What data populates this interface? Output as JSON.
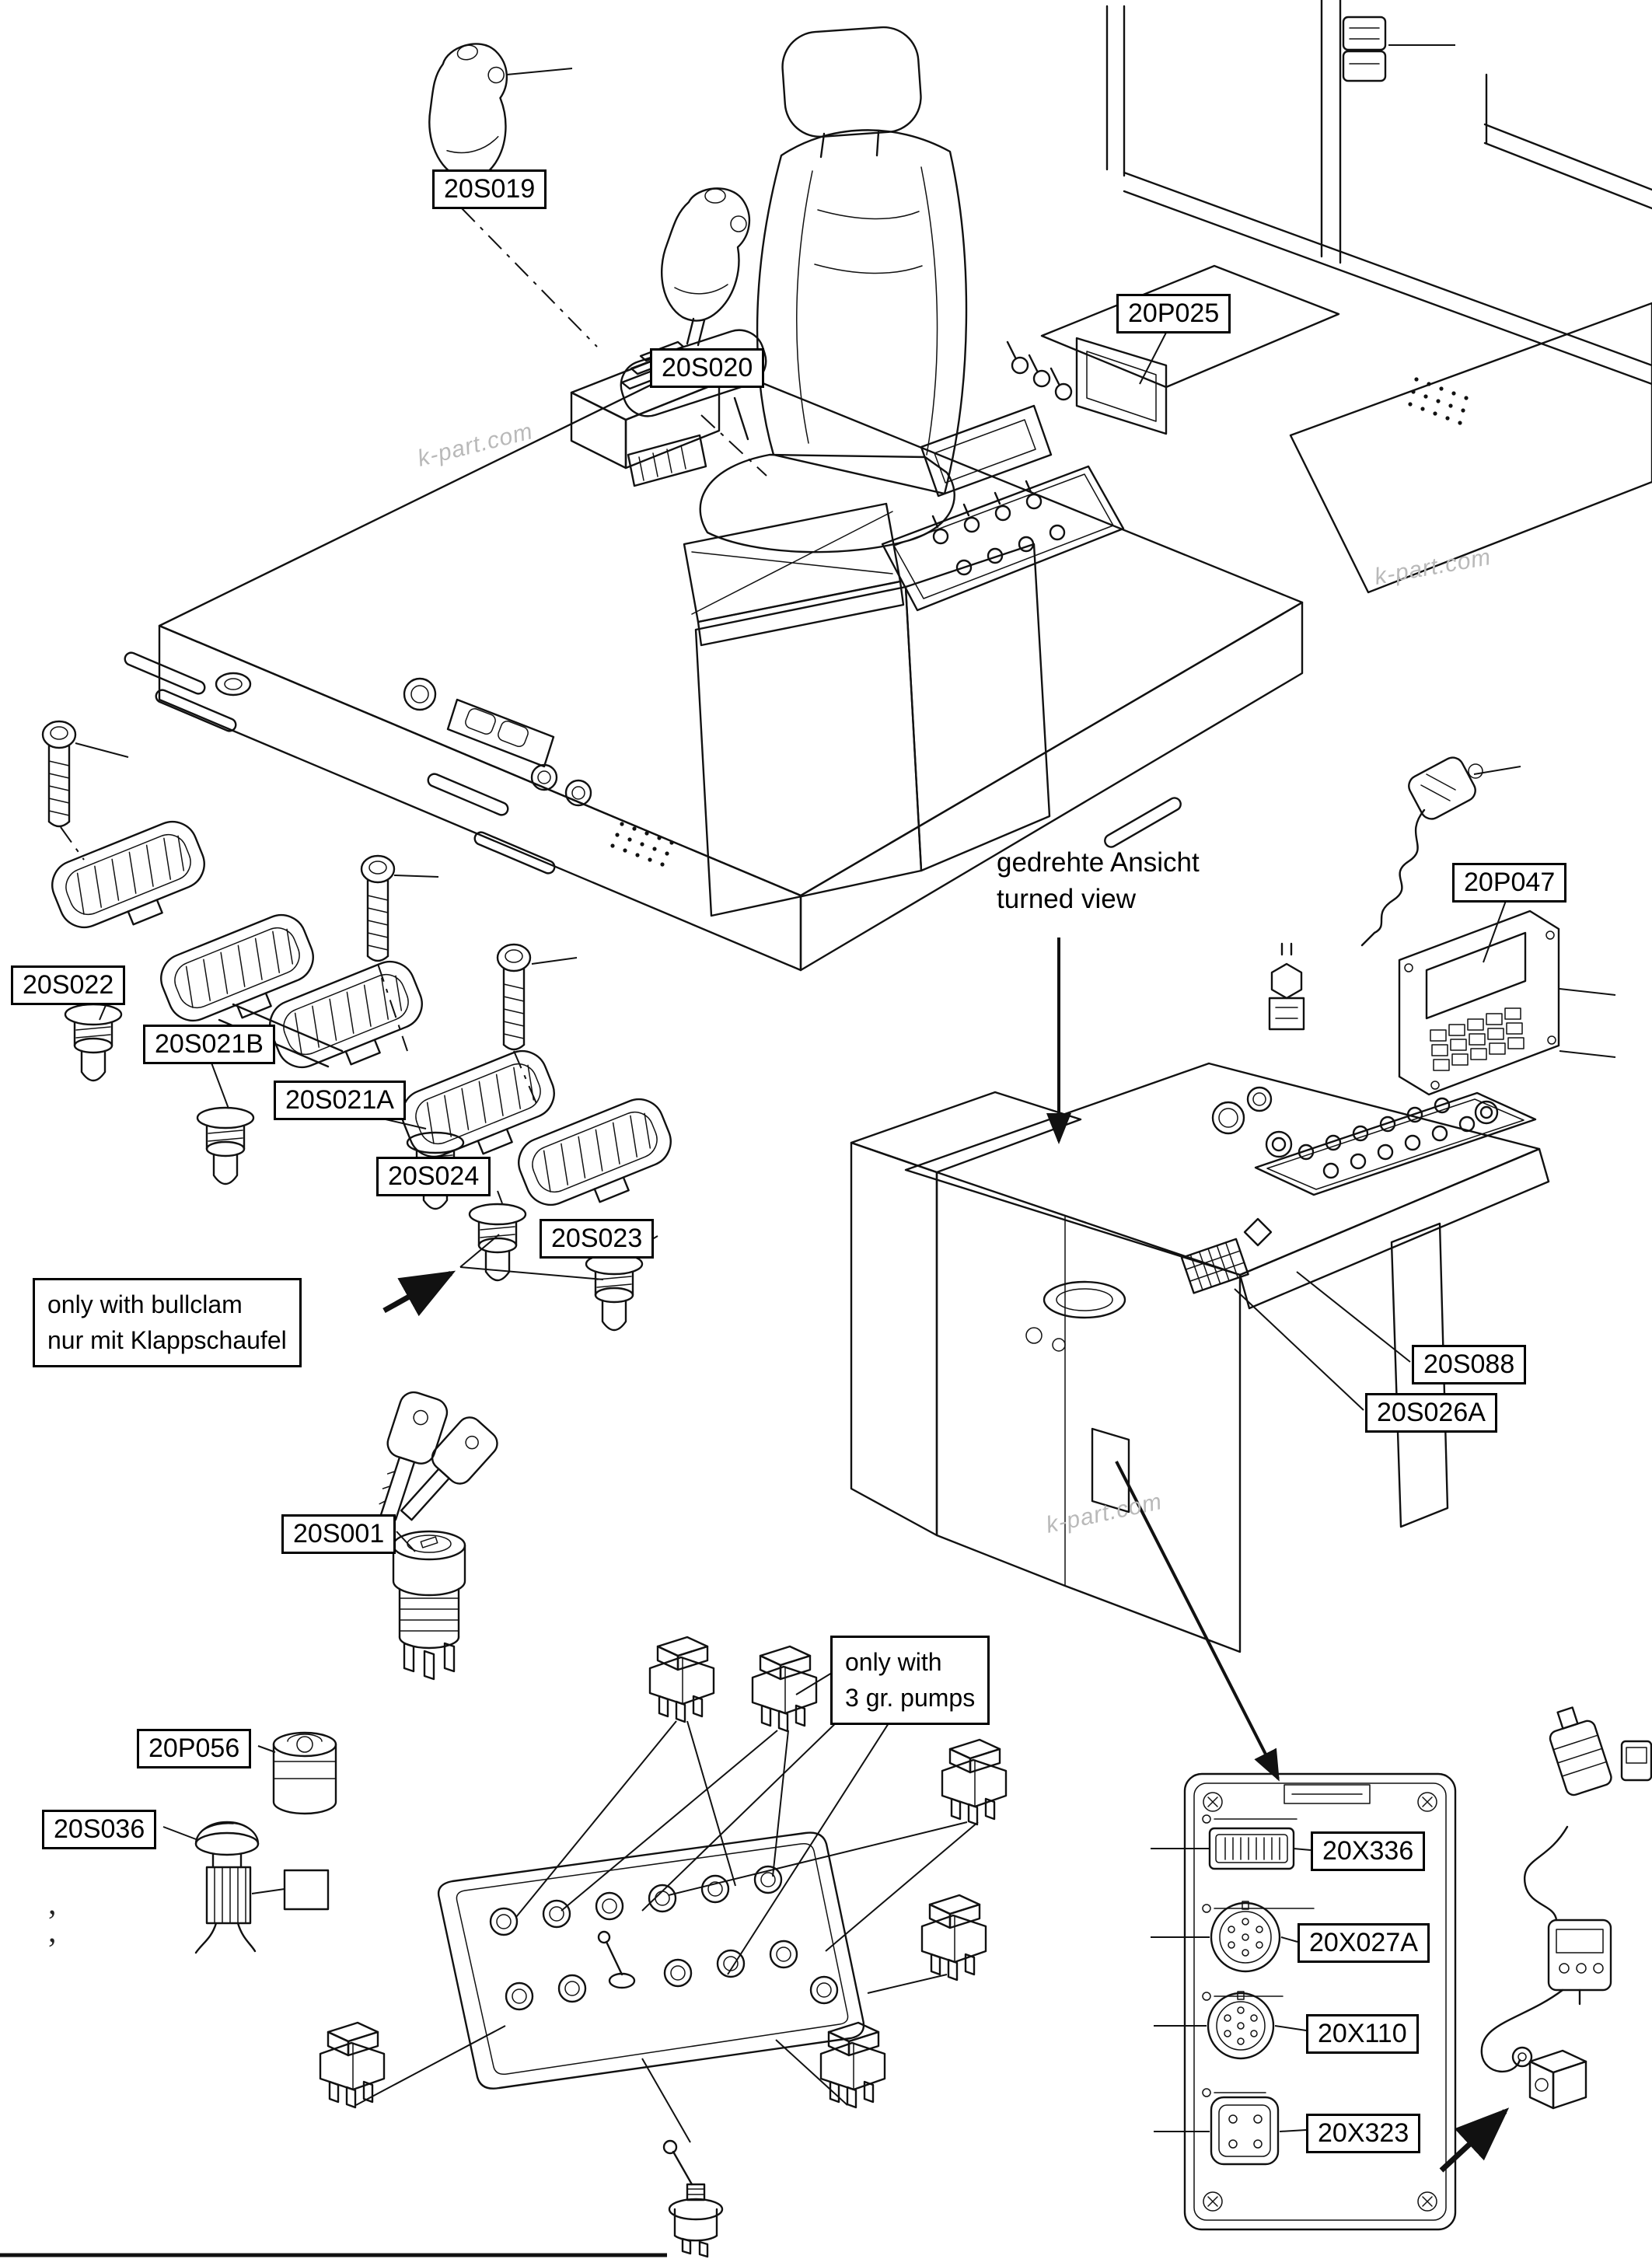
{
  "diagram": {
    "part_labels": {
      "s019": "20S019",
      "s020": "20S020",
      "p025": "20P025",
      "p047": "20P047",
      "s022": "20S022",
      "s021b": "20S021B",
      "s021a": "20S021A",
      "s024": "20S024",
      "s023": "20S023",
      "s001": "20S001",
      "p056": "20P056",
      "s036": "20S036",
      "s088": "20S088",
      "s026a": "20S026A",
      "x336": "20X336",
      "x027a": "20X027A",
      "x110": "20X110",
      "x323": "20X323"
    },
    "annotations": {
      "turned_view": {
        "line1": "gedrehte Ansicht",
        "line2": "turned view"
      },
      "bullclam": {
        "line1": "only with bullclam",
        "line2": "nur mit Klappschaufel"
      },
      "pumps": {
        "line1": "only with",
        "line2": "3 gr. pumps"
      }
    },
    "watermark": "k-part.com",
    "scan_mark": ","
  }
}
